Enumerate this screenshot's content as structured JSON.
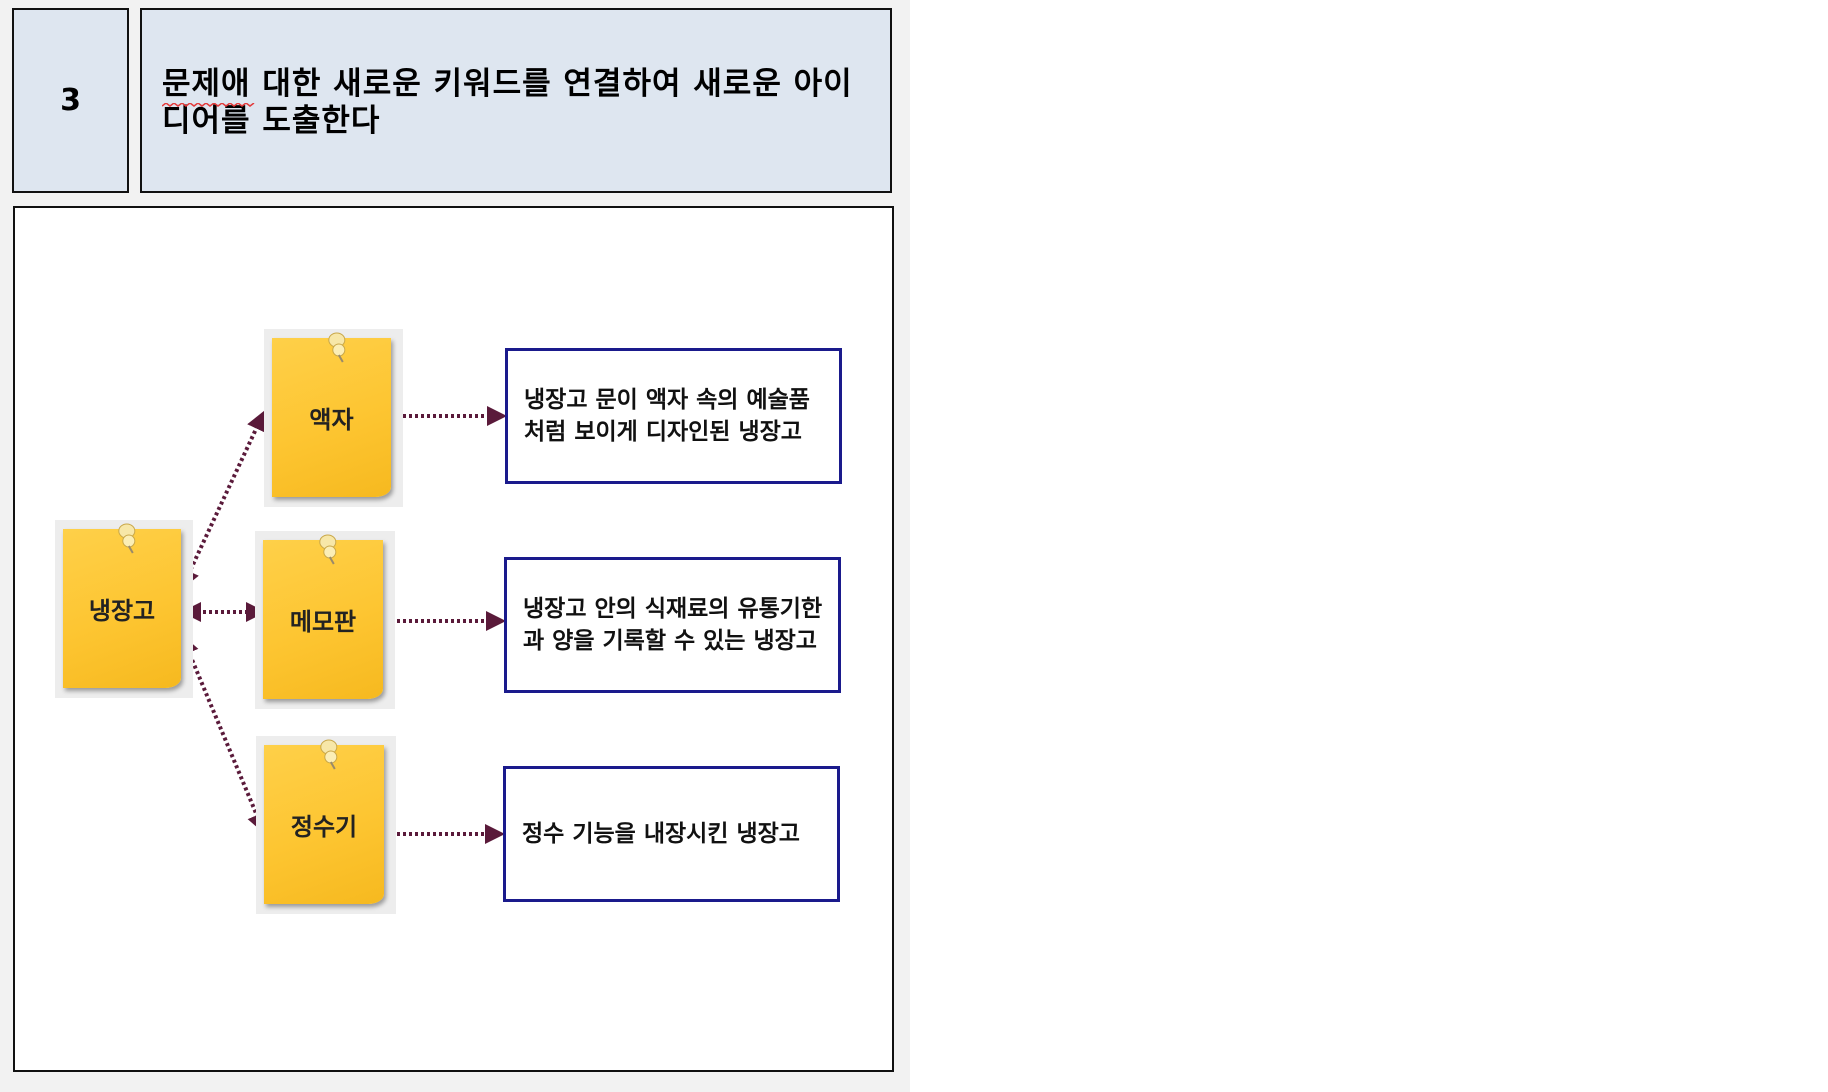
{
  "header": {
    "step_number": "3",
    "title": "문제애 대한 새로운 키워드를 연결하여 새로운 아이디어를 도출한다"
  },
  "diagram": {
    "center_note": {
      "label": "냉장고"
    },
    "keyword_notes": [
      {
        "label": "액자"
      },
      {
        "label": "메모판"
      },
      {
        "label": "정수기"
      }
    ],
    "ideas": [
      {
        "text": "냉장고 문이 액자 속의 예술품 처럼 보이게 디자인된 냉장고"
      },
      {
        "text": "냉장고 안의 식재료의 유통기한과 양을 기록할 수 있는 냉장고"
      },
      {
        "text": "정수 기능을 내장시킨 냉장고"
      }
    ]
  },
  "colors": {
    "header_fill": "#dee6f0",
    "note_yellow": "#fdc531",
    "idea_border": "#1a1a8c",
    "connector": "#5a1a3a"
  },
  "icons": [
    "pushpin-icon"
  ]
}
